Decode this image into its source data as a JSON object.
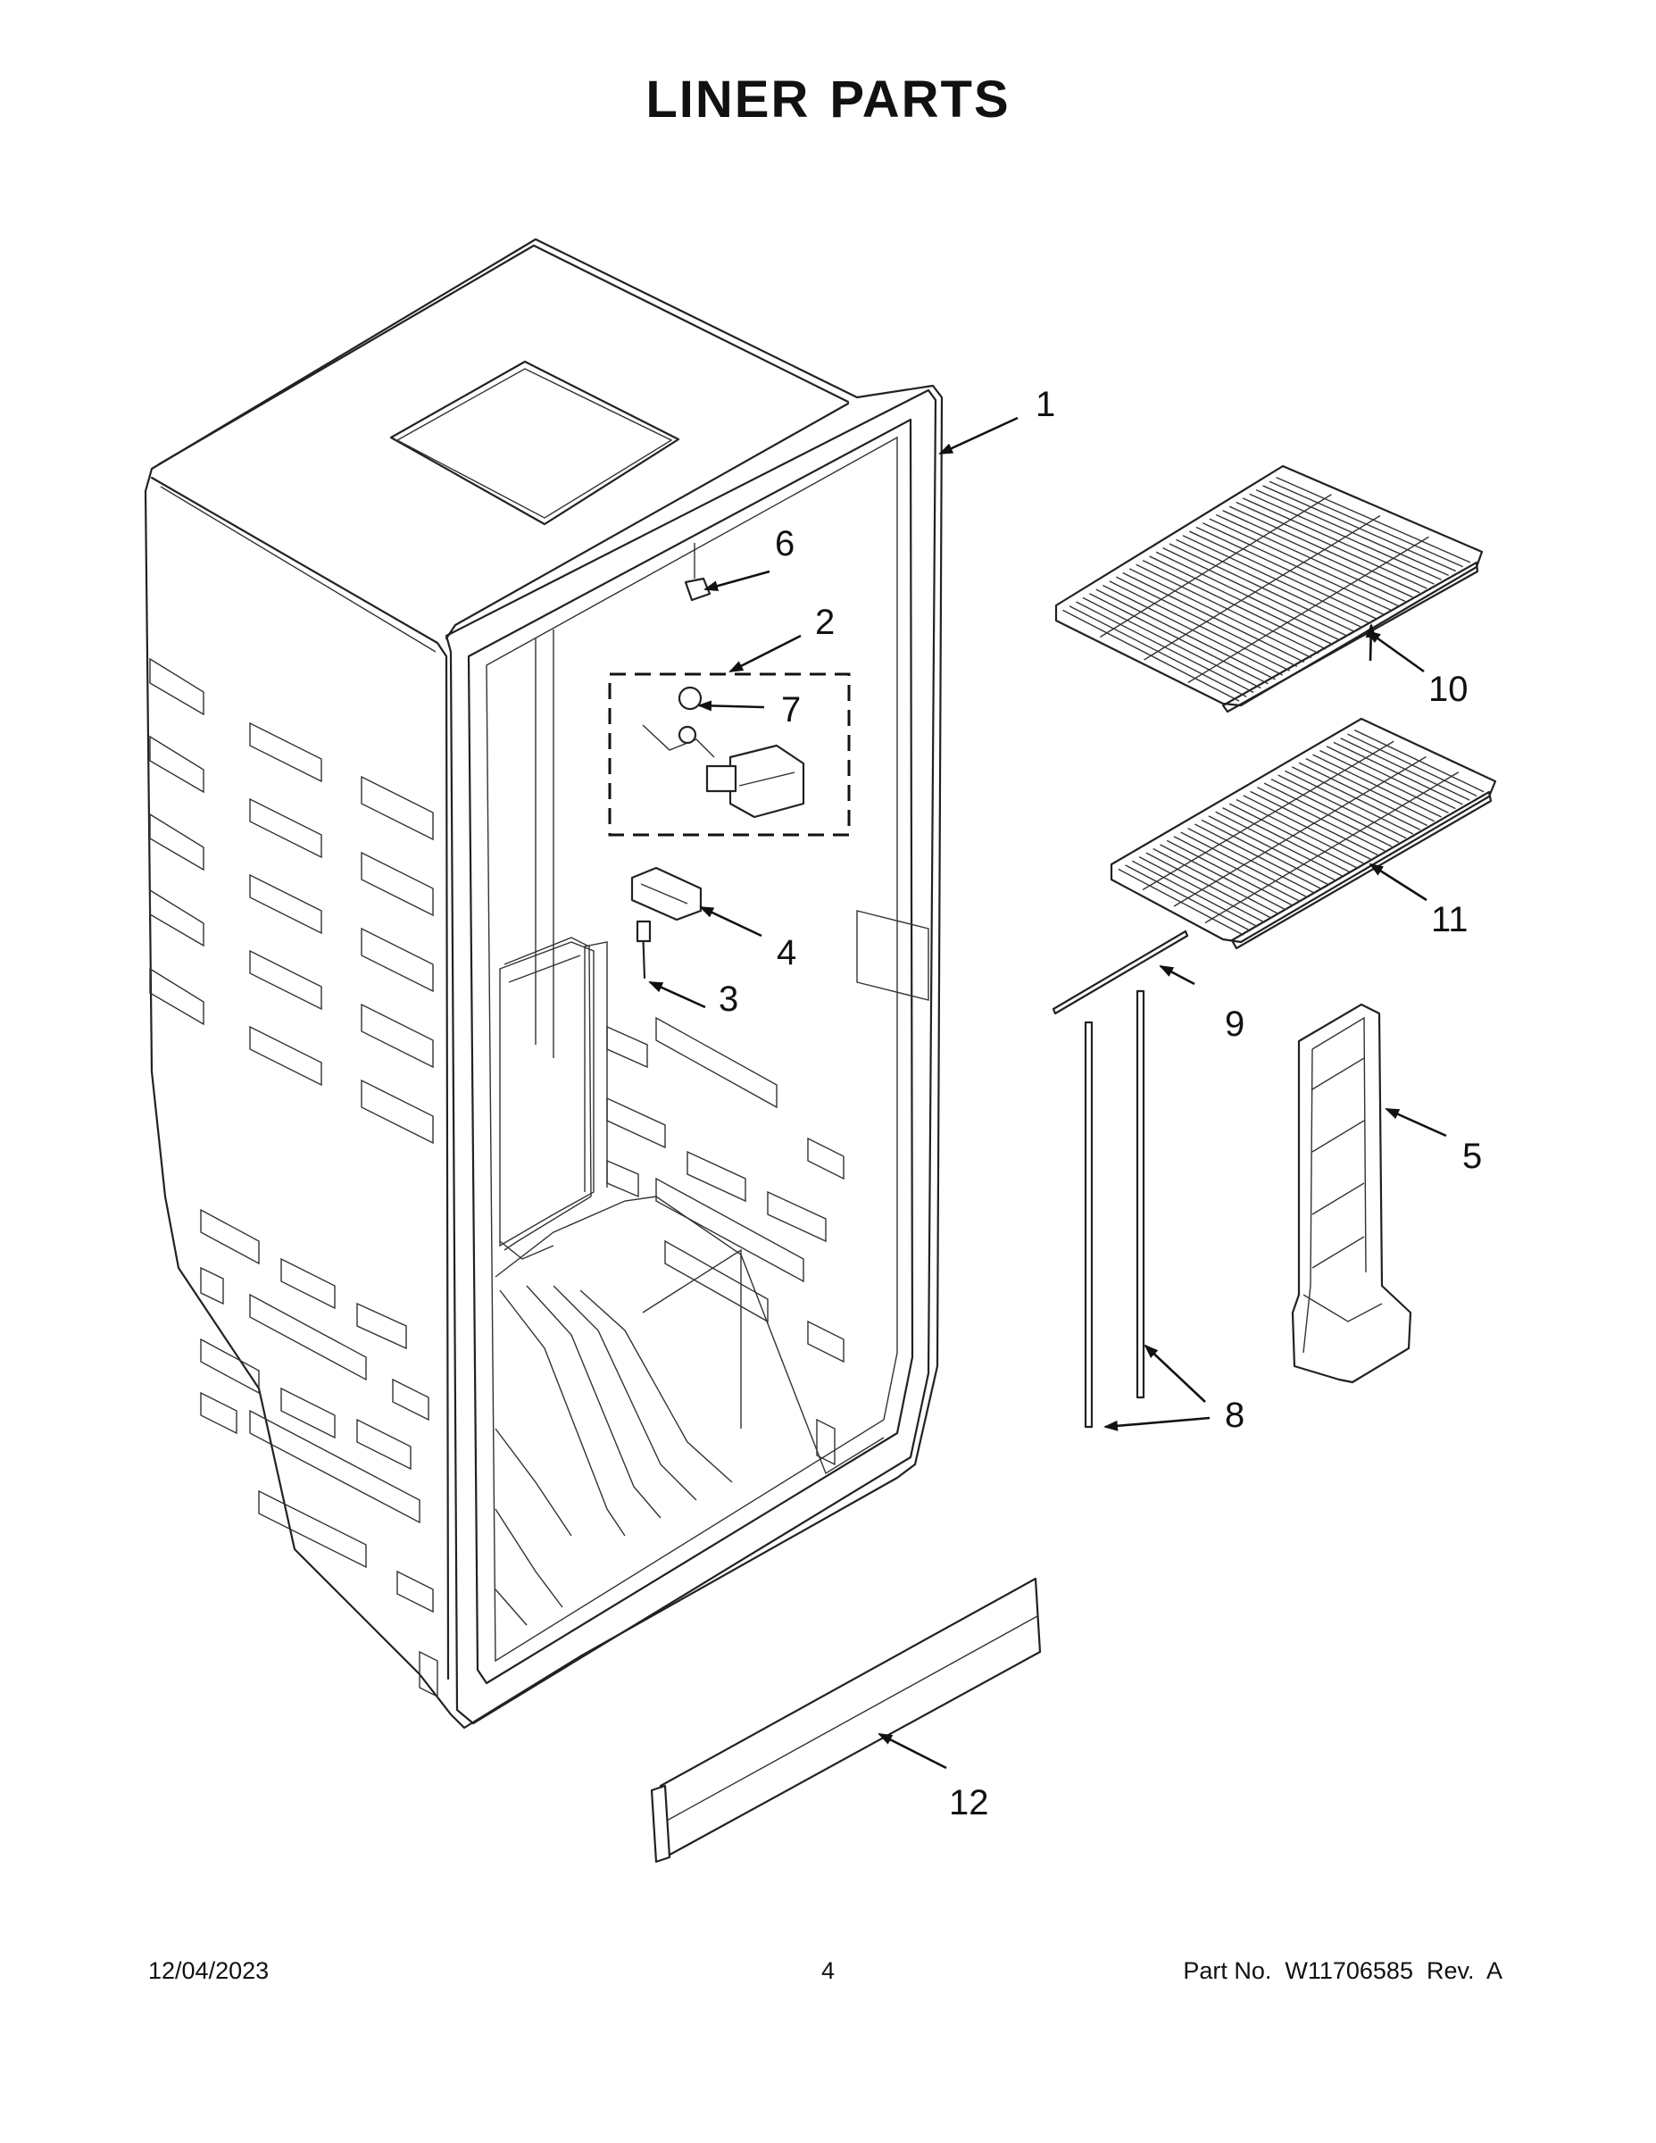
{
  "page": {
    "title_words": [
      "LINER",
      "PARTS"
    ]
  },
  "callouts": {
    "c1": "1",
    "c2": "2",
    "c3": "3",
    "c4": "4",
    "c5": "5",
    "c6": "6",
    "c7": "7",
    "c8": "8",
    "c9": "9",
    "c10": "10",
    "c11": "11",
    "c12": "12"
  },
  "footer": {
    "date": "12/04/2023",
    "page_number": "4",
    "part_info": "Part No.  W11706585  Rev.  A"
  }
}
